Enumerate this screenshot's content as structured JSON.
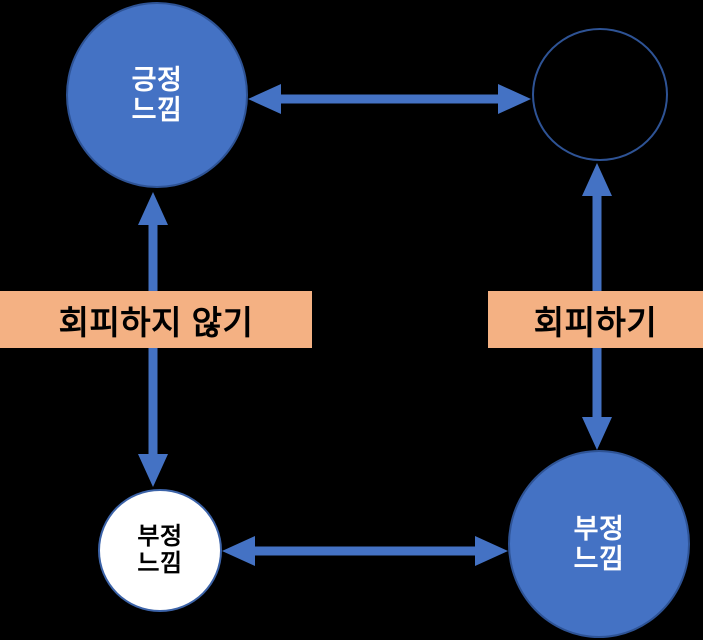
{
  "diagram": {
    "background_color": "#000000",
    "title": "",
    "nodes": [
      {
        "id": "positive-feeling",
        "text": "긍정\n느낌",
        "fill": "#4472C4",
        "stroke": "#2E5395",
        "text_color": "#FFFFFF",
        "position": "top-left"
      },
      {
        "id": "empty-circle",
        "text": "",
        "fill": "transparent",
        "stroke": "#2E5395",
        "text_color": "#FFFFFF",
        "position": "top-right"
      },
      {
        "id": "negative-feeling-left",
        "text": "부정\n느낌",
        "fill": "#FFFFFF",
        "stroke": "#3C63A8",
        "text_color": "#000000",
        "position": "bottom-left"
      },
      {
        "id": "negative-feeling-right",
        "text": "부정\n느낌",
        "fill": "#4472C4",
        "stroke": "#2E5395",
        "text_color": "#FFFFFF",
        "position": "bottom-right"
      }
    ],
    "band_labels": [
      {
        "id": "not-avoiding",
        "text": "회피하지 않기",
        "fill": "#F4B183",
        "text_color": "#000000",
        "position": "left"
      },
      {
        "id": "avoiding",
        "text": "회피하기",
        "fill": "#F4B183",
        "text_color": "#000000",
        "position": "right"
      }
    ],
    "arrows": [
      {
        "id": "top-horizontal",
        "color": "#4472C4",
        "heads": "both",
        "from": "positive-feeling",
        "to": "empty-circle"
      },
      {
        "id": "left-vertical",
        "color": "#4472C4",
        "heads": "both",
        "from": "negative-feeling-left",
        "to": "positive-feeling"
      },
      {
        "id": "right-vertical",
        "color": "#4472C4",
        "heads": "both",
        "from": "negative-feeling-right",
        "to": "empty-circle"
      },
      {
        "id": "bottom-horizontal",
        "color": "#4472C4",
        "heads": "both",
        "from": "negative-feeling-left",
        "to": "negative-feeling-right"
      }
    ]
  }
}
